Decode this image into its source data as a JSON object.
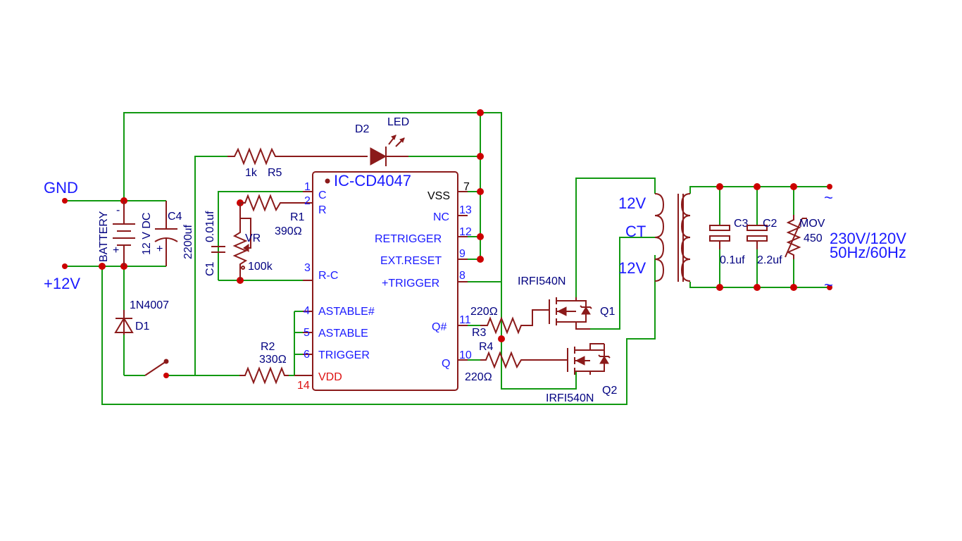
{
  "colors": {
    "wire": "#119911",
    "component": "#8b1a1a",
    "junction": "#cc0000",
    "label": "#000080",
    "net_label": "#1a1aff",
    "pin_vdd": "#dd1111"
  },
  "power": {
    "gnd": "GND",
    "vplus": "+12V",
    "battery": "BATTERY",
    "battery_minus": "-",
    "battery_plus": "+",
    "dc": "12 V DC"
  },
  "c4": {
    "ref": "C4",
    "value": "2200uf",
    "plus": "+"
  },
  "d1": {
    "part": "1N4007",
    "ref": "D1"
  },
  "r5": {
    "value": "1k",
    "ref": "R5"
  },
  "d2": {
    "ref": "D2",
    "type": "LED"
  },
  "r1": {
    "ref": "R1",
    "value": "390Ω"
  },
  "vr": {
    "ref": "VR",
    "value": "100k"
  },
  "c1": {
    "ref": "C1",
    "value": "0.01uf"
  },
  "r2": {
    "ref": "R2",
    "value": "330Ω"
  },
  "ic": {
    "title": "IC-CD4047",
    "left_pins": [
      {
        "num": "1",
        "name": "C"
      },
      {
        "num": "2",
        "name": "R"
      },
      {
        "num": "3",
        "name": "R-C"
      },
      {
        "num": "4",
        "name": "ASTABLE#"
      },
      {
        "num": "5",
        "name": "ASTABLE"
      },
      {
        "num": "6",
        "name": "TRIGGER"
      },
      {
        "num": "14",
        "name": "VDD"
      }
    ],
    "right_pins": [
      {
        "num": "7",
        "name": "VSS"
      },
      {
        "num": "13",
        "name": "NC"
      },
      {
        "num": "12",
        "name": "RETRIGGER"
      },
      {
        "num": "9",
        "name": "EXT.RESET"
      },
      {
        "num": "8",
        "name": "+TRIGGER"
      },
      {
        "num": "11",
        "name": "Q#"
      },
      {
        "num": "10",
        "name": "Q"
      }
    ]
  },
  "r3": {
    "ref": "R3",
    "value": "220Ω"
  },
  "r4": {
    "ref": "R4",
    "value": "220Ω"
  },
  "q1": {
    "ref": "Q1",
    "part": "IRFI540N"
  },
  "q2": {
    "ref": "Q2",
    "part": "IRFI540N"
  },
  "transformer": {
    "top": "12V",
    "ct": "CT",
    "bottom": "12V"
  },
  "c3": {
    "ref": "C3",
    "value": "0.1uf"
  },
  "c2": {
    "ref": "C2",
    "value": "2.2uf"
  },
  "mov": {
    "ref": "MOV",
    "value": "450"
  },
  "output": {
    "tilde_top": "~",
    "tilde_bottom": "~",
    "voltage": "230V/120V",
    "freq": "50Hz/60Hz"
  }
}
